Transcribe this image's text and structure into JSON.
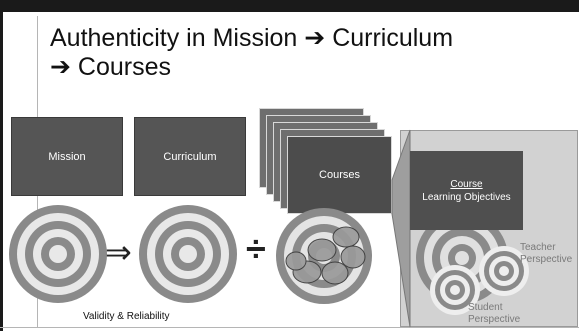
{
  "title": {
    "line1_text": "Authenticity in Mission",
    "line1_arrow": "➔",
    "line1_end": "Curriculum",
    "line2_arrow": "➔",
    "line2_end": "Courses"
  },
  "boxes": {
    "mission": "Mission",
    "curriculum": "Curriculum",
    "courses": "Courses"
  },
  "course_box": {
    "heading": "Course",
    "subheading": "Learning Objectives"
  },
  "perspectives": {
    "teacher_line1": "Teacher",
    "teacher_line2": "Perspective",
    "student_line1": "Student",
    "student_line2": "Perspective"
  },
  "symbols": {
    "implies": "⇒",
    "divide": "÷"
  },
  "caption": "Validity & Reliability"
}
